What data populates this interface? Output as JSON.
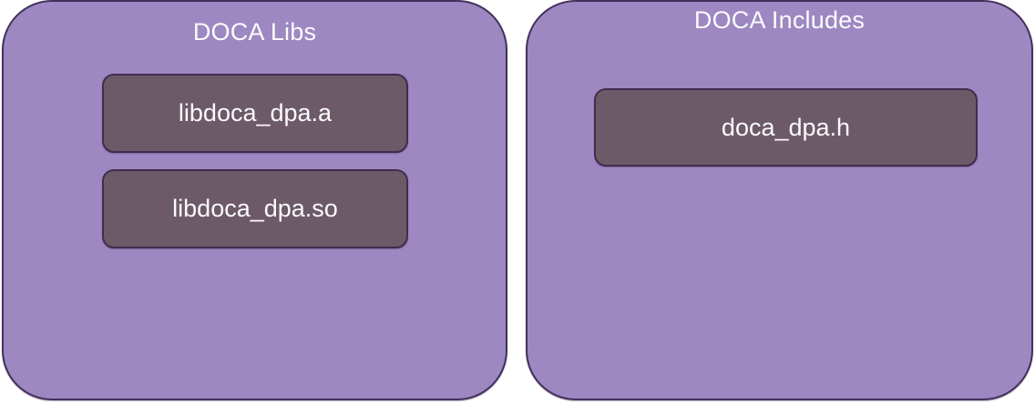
{
  "diagram": {
    "groups": [
      {
        "title": "DOCA Libs",
        "items": [
          "libdoca_dpa.a",
          "libdoca_dpa.so"
        ]
      },
      {
        "title": "DOCA Includes",
        "items": [
          "doca_dpa.h"
        ]
      }
    ]
  },
  "colors": {
    "groupFill": "#9d88c2",
    "groupOutline": "#44305c",
    "nodeFill": "#6d5a68",
    "nodeOutline": "#412d4e",
    "textColor": "#fbfafc"
  }
}
